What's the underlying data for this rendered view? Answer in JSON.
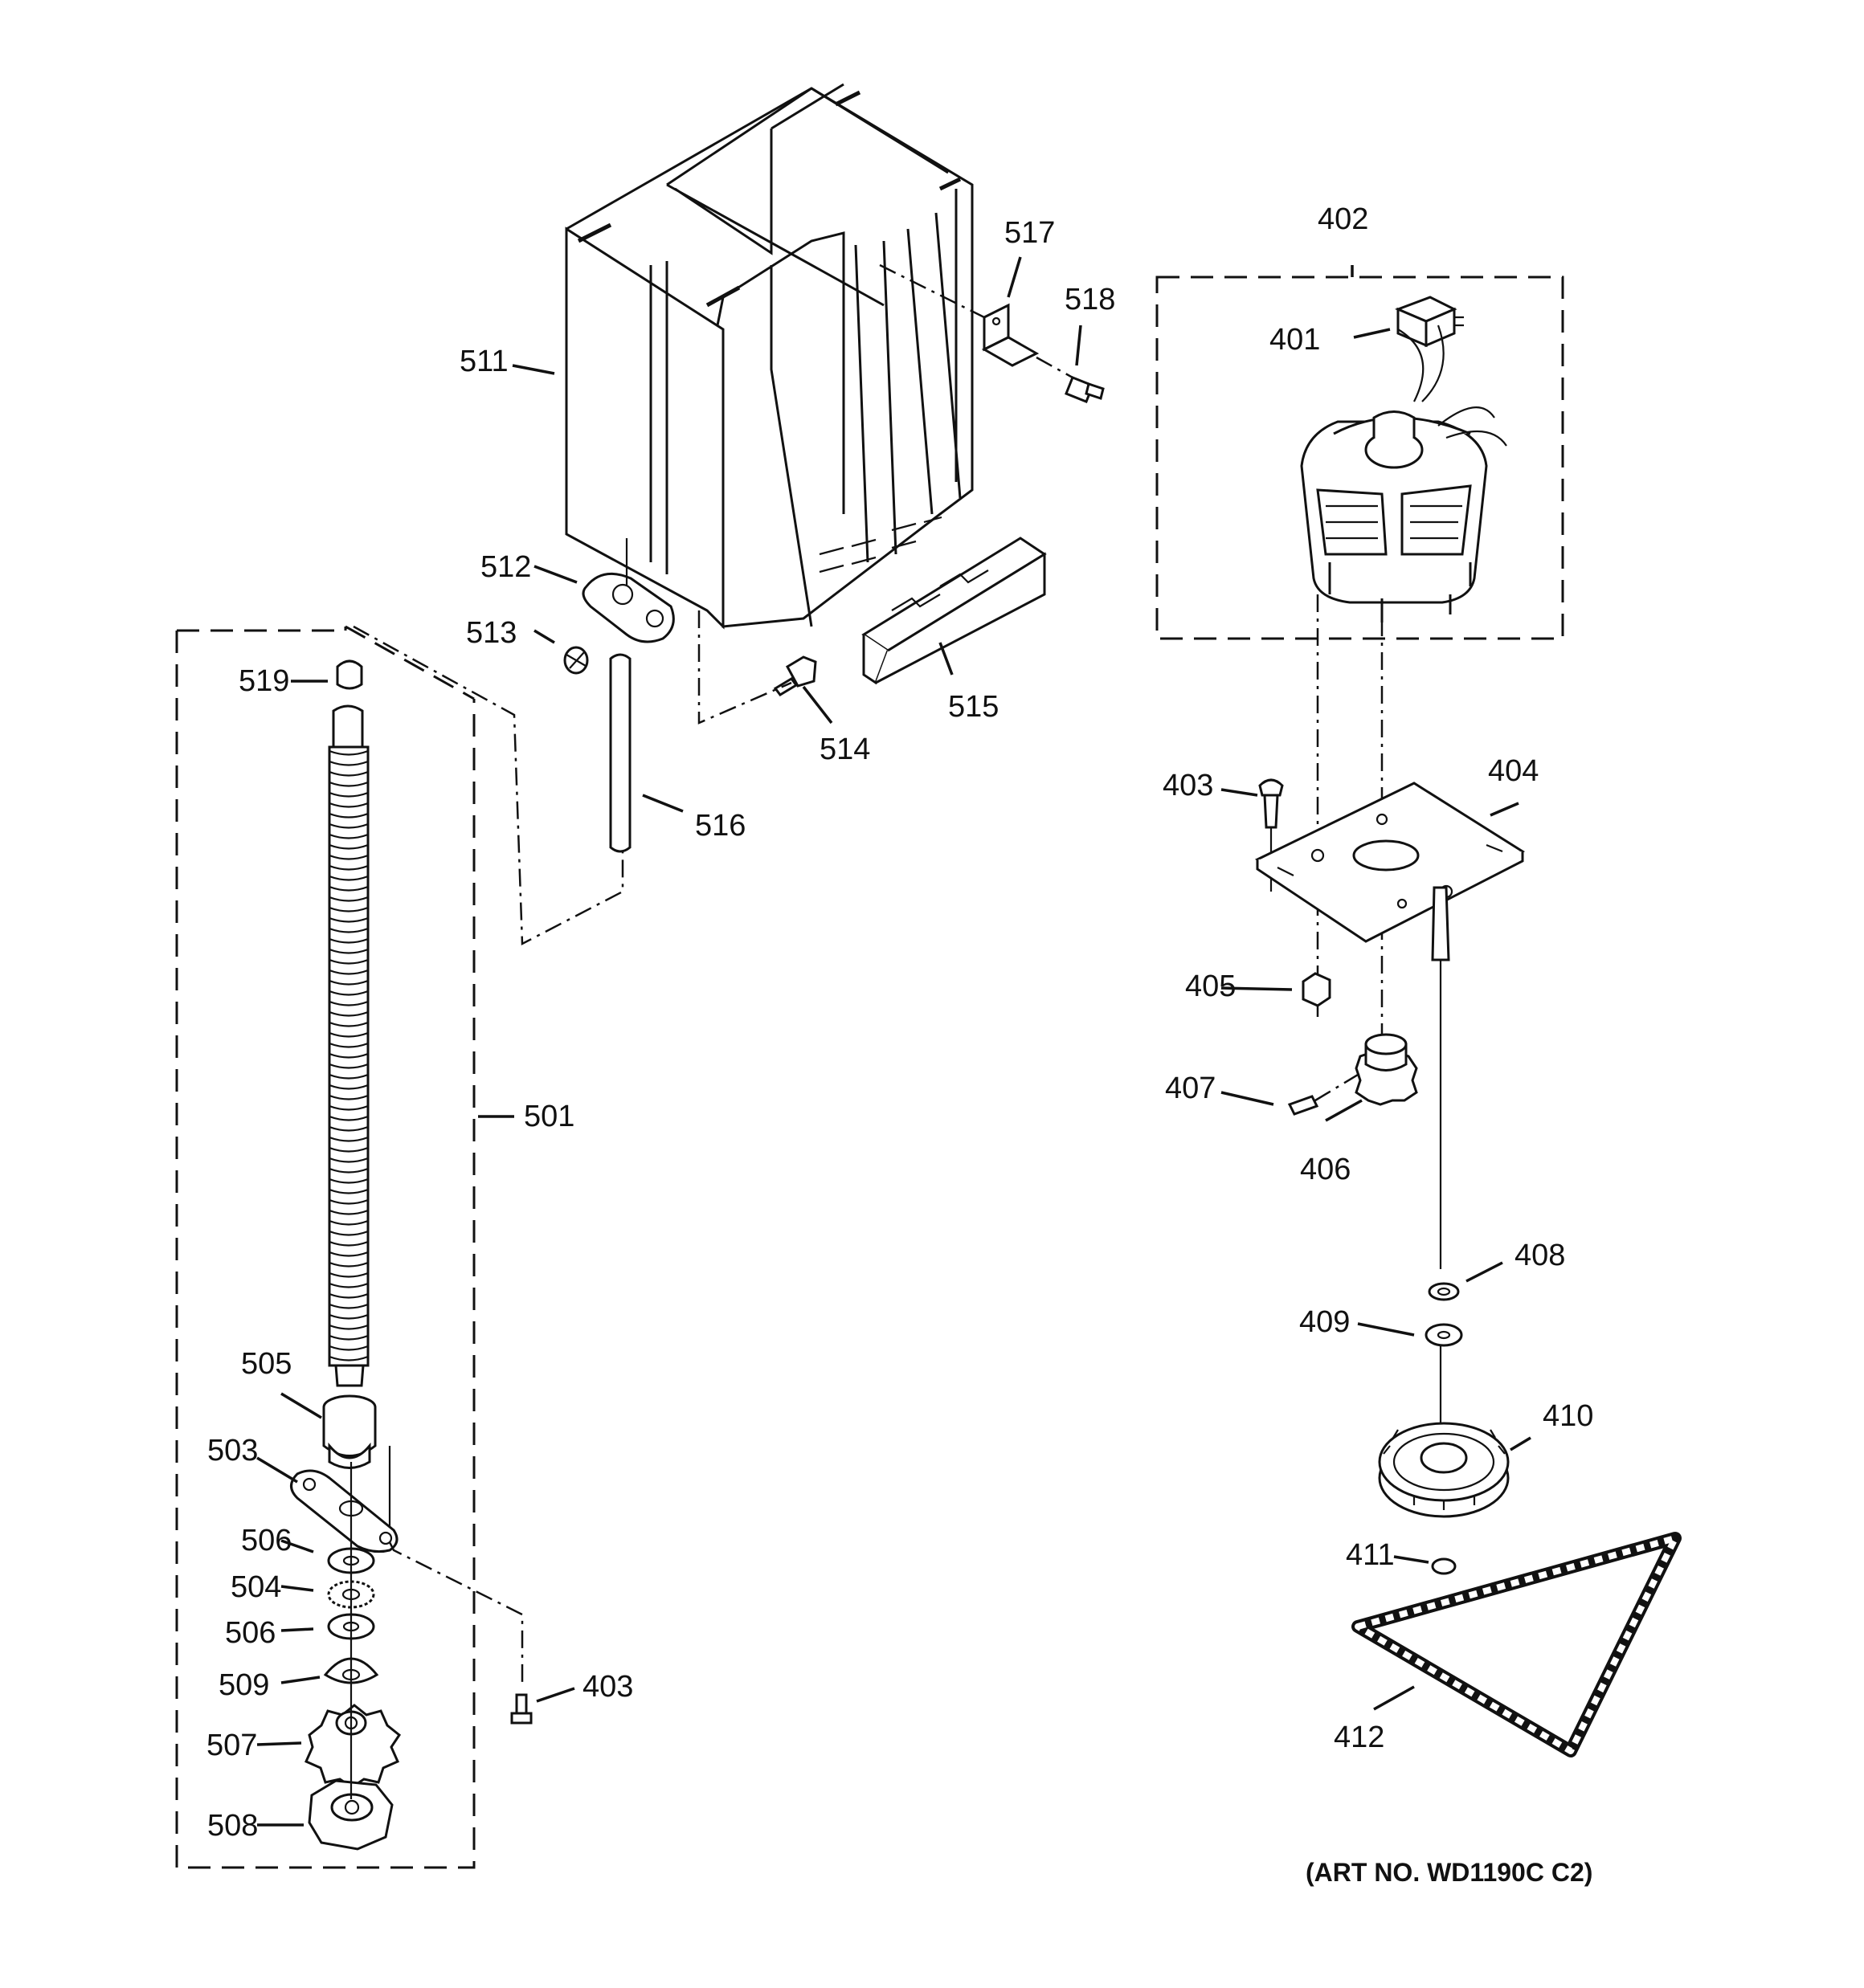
{
  "labels": {
    "l511": "511",
    "l512": "512",
    "l513": "513",
    "l514": "514",
    "l515": "515",
    "l516": "516",
    "l517": "517",
    "l518": "518",
    "l519": "519",
    "l501": "501",
    "l503": "503",
    "l504": "504",
    "l505": "505",
    "l506a": "506",
    "l506b": "506",
    "l507": "507",
    "l508": "508",
    "l509": "509",
    "l403a": "403",
    "l401": "401",
    "l402": "402",
    "l403b": "403",
    "l404": "404",
    "l405": "405",
    "l406": "406",
    "l407": "407",
    "l408": "408",
    "l409": "409",
    "l410": "410",
    "l411": "411",
    "l412": "412"
  },
  "art_number": "(ART NO. WD1190C C2)"
}
